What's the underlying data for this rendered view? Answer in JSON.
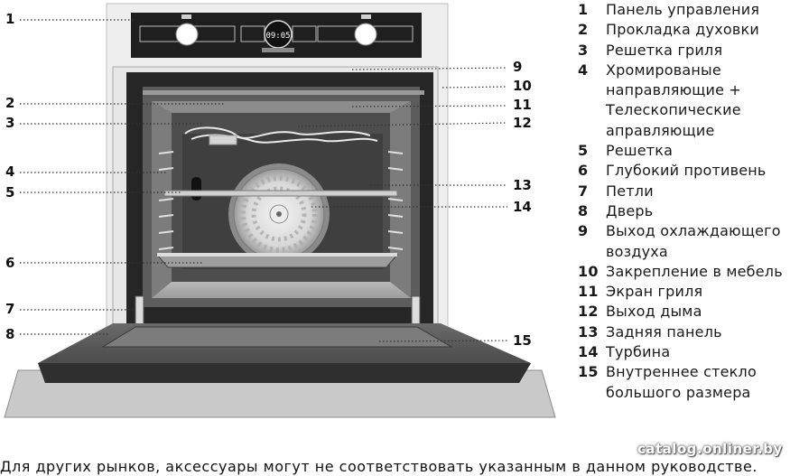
{
  "panel": {
    "clock": "09:05"
  },
  "callouts": {
    "c1": "1",
    "c2": "2",
    "c3": "3",
    "c4": "4",
    "c5": "5",
    "c6": "6",
    "c7": "7",
    "c8": "8",
    "c9": "9",
    "c10": "10",
    "c11": "11",
    "c12": "12",
    "c13": "13",
    "c14": "14",
    "c15": "15"
  },
  "legend": [
    {
      "num": "1",
      "label": "Панель управления"
    },
    {
      "num": "2",
      "label": "Прокладка духовки"
    },
    {
      "num": "3",
      "label": "Решетка гриля"
    },
    {
      "num": "4",
      "label": "Хромированые направляющие + Телескопические аправляющие"
    },
    {
      "num": "5",
      "label": "Решетка"
    },
    {
      "num": "6",
      "label": "Глубокий противень"
    },
    {
      "num": "7",
      "label": "Петли"
    },
    {
      "num": "8",
      "label": "Дверь"
    },
    {
      "num": "9",
      "label": "Выход охлаждающего воздуха"
    },
    {
      "num": "10",
      "label": "Закрепление в мебель"
    },
    {
      "num": "11",
      "label": "Экран гриля"
    },
    {
      "num": "12",
      "label": "Выход дыма"
    },
    {
      "num": "13",
      "label": "Задняя панель"
    },
    {
      "num": "14",
      "label": "Турбина"
    },
    {
      "num": "15",
      "label": "Внутреннее стекло большого размера"
    }
  ],
  "footnote": "Для других рынков, аксессуары могут не соответствовать указанным в данном руководстве.",
  "watermark": "catalog.onliner.by",
  "colors": {
    "body_dark": "#262626",
    "cavity": "#6f6f6f",
    "frame": "#e7e7e7",
    "door": "#555555",
    "leader": "#333333"
  }
}
